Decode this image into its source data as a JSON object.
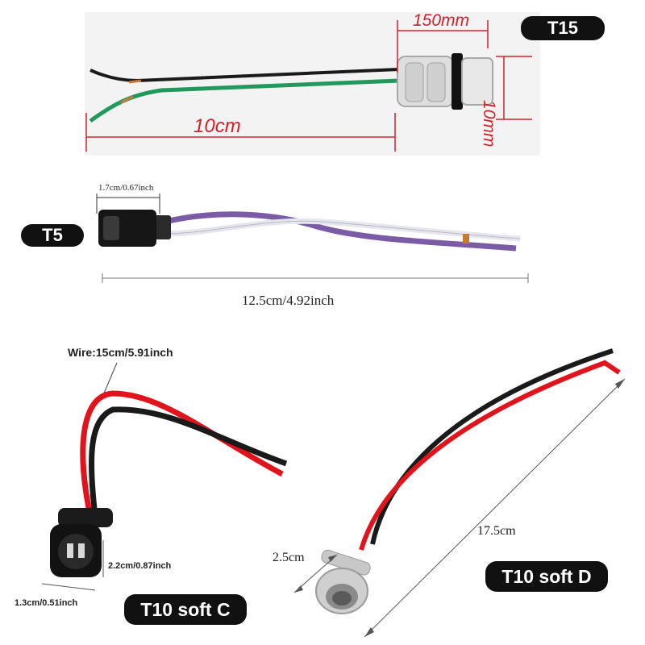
{
  "t15": {
    "tag": "T15",
    "dim_top": "150mm",
    "dim_side": "10mm",
    "dim_length": "10cm"
  },
  "t5": {
    "tag": "T5",
    "dim_socket": "1.7cm/0.67inch",
    "dim_length": "12.5cm/4.92inch"
  },
  "t10c": {
    "tag": "T10 soft C",
    "dim_wire": "Wire:15cm/5.91inch",
    "dim_height": "2.2cm/0.87inch",
    "dim_width": "1.3cm/0.51inch"
  },
  "t10d": {
    "tag": "T10 soft D",
    "dim_length": "17.5cm",
    "dim_socket": "2.5cm"
  },
  "colors": {
    "label_bg": "#111111",
    "dimension_red": "#d4202b",
    "wire_red": "#e0141c",
    "wire_black": "#1a1a1a",
    "wire_green": "#1f9a5c",
    "wire_purple": "#7b5aa6",
    "socket_grey": "#d9d9d9"
  }
}
